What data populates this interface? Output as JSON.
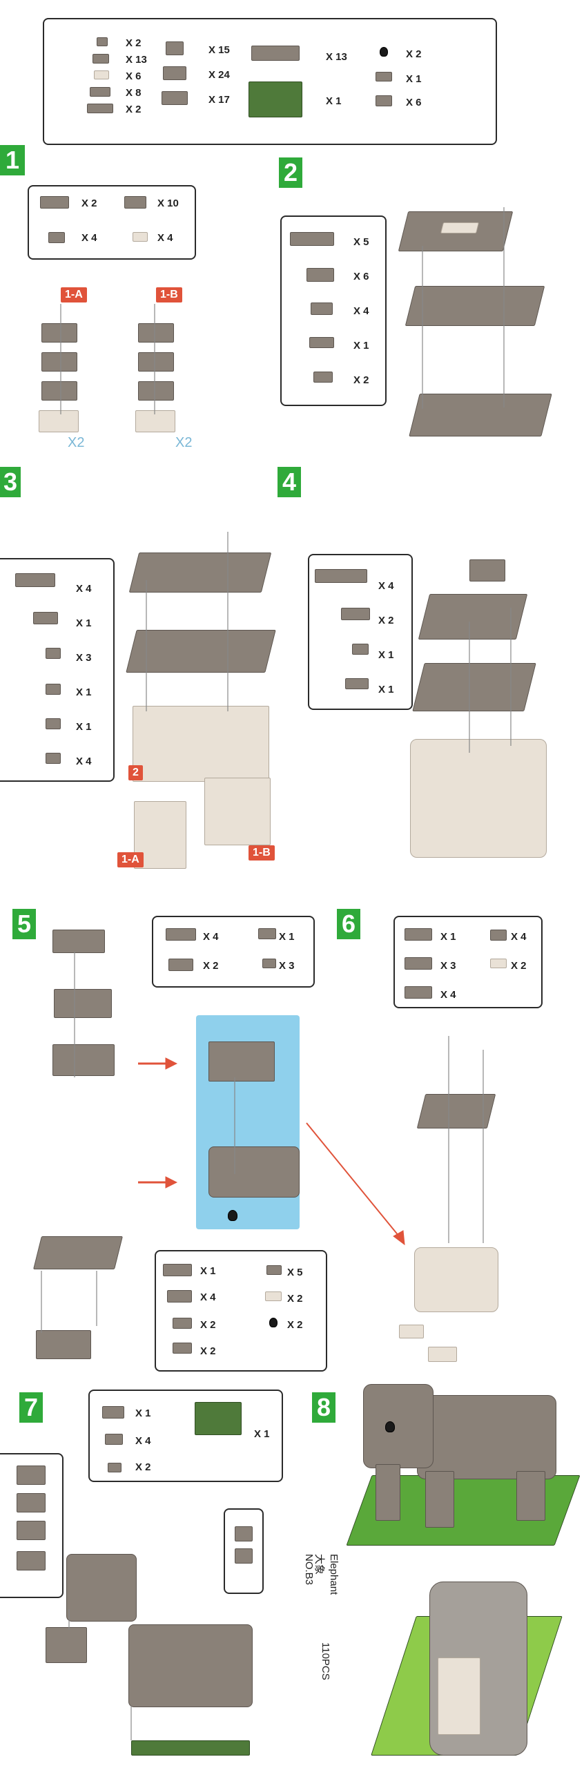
{
  "parts_list": {
    "col1": [
      "X 2",
      "X 13",
      "X 6",
      "X 8",
      "X 2"
    ],
    "col2": [
      "X 15",
      "X 24",
      "X 17"
    ],
    "col3": [
      "X 13",
      "X 1"
    ],
    "col4": [
      "X 2",
      "X 1",
      "X 6"
    ]
  },
  "steps": {
    "s1": {
      "label": "1",
      "parts": [
        "X 2",
        "X 10",
        "X 4",
        "X 4"
      ],
      "tag_a": "1-A",
      "tag_b": "1-B",
      "multiplier_a": "X2",
      "multiplier_b": "X2"
    },
    "s2": {
      "label": "2",
      "parts": [
        "X 5",
        "X 6",
        "X 4",
        "X 1",
        "X 2"
      ]
    },
    "s3": {
      "label": "3",
      "parts": [
        "X 4",
        "X 1",
        "X 3",
        "X 1",
        "X 1",
        "X 4"
      ],
      "tag_2": "2",
      "tag_a": "1-A",
      "tag_b": "1-B"
    },
    "s4": {
      "label": "4",
      "parts": [
        "X 4",
        "X 2",
        "X 1",
        "X 1"
      ]
    },
    "s5": {
      "label": "5",
      "parts_top": [
        "X 4",
        "X 1",
        "X 2",
        "X 3"
      ],
      "parts_bottom": [
        "X 1",
        "X 5",
        "X 4",
        "X 2",
        "X 2",
        "X 2",
        "X 2"
      ]
    },
    "s6": {
      "label": "6",
      "parts": [
        "X 1",
        "X 4",
        "X 3",
        "X 2",
        "X 4"
      ]
    },
    "s7": {
      "label": "7",
      "parts": [
        "X 1",
        "X 1",
        "X 4",
        "X 2"
      ]
    },
    "s8": {
      "label": "8"
    }
  },
  "product": {
    "name_en": "Elephant",
    "name_cn": "大象",
    "model": "NO.B3",
    "pieces": "110PCS"
  },
  "colors": {
    "brick_grey": "#8a8178",
    "brick_light": "#e9e1d6",
    "plate_green": "#4f7a3a",
    "step_green": "#2faa3a",
    "tag_red": "#e0533a",
    "highlight_blue": "#8fd0ec"
  }
}
